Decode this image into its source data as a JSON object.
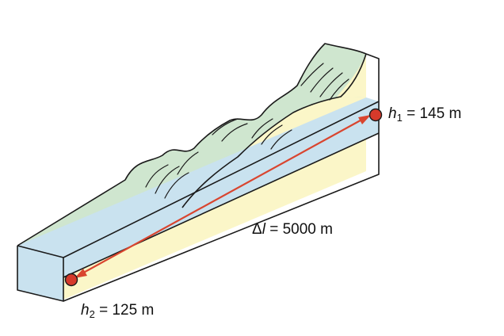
{
  "colors": {
    "surface_green": "#cfe6cf",
    "sediment_yellow": "#fbf6c8",
    "aquifer_blue": "#c9e2ef",
    "outline": "#1a1a1a",
    "arrow_red": "#d9452f",
    "well_red": "#d63a2b"
  },
  "labels": {
    "h1_symbol": "h",
    "h1_sub": "1",
    "h1_value": " = 145 m",
    "h2_symbol": "h",
    "h2_sub": "2",
    "h2_value": " = 125 m",
    "dl_prefix": "Δ",
    "dl_symbol": "l",
    "dl_value": " = 5000 m"
  }
}
